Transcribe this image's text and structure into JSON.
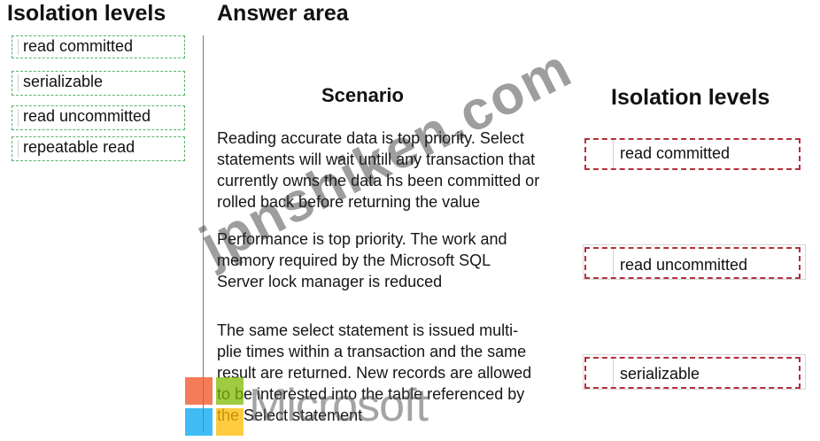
{
  "left_panel": {
    "heading": "Isolation levels",
    "items": [
      {
        "label": "read committed"
      },
      {
        "label": "serializable"
      },
      {
        "label": "read uncommitted"
      },
      {
        "label": "repeatable read"
      }
    ]
  },
  "answer_area": {
    "heading": "Answer area",
    "scenario_header": "Scenario",
    "isolation_header": "Isolation levels",
    "rows": [
      {
        "scenario_lines": [
          "Reading accurate data is top priority. Select",
          "statements will wait untill any transaction that",
          "currently owns the data hs been committed or",
          "rolled back before returning the value"
        ],
        "answer": "read committed"
      },
      {
        "scenario_lines": [
          "Performance is top priority. The work and",
          "memory required by the Microsoft SQL",
          "Server lock manager is reduced"
        ],
        "answer": "read uncommitted"
      },
      {
        "scenario_lines": [
          "The same select statement is issued multi-",
          "plie times within a transaction and the same",
          "result are returned. New records are allowed",
          "to be interested into the table referenced by",
          "the Select statement"
        ],
        "answer": "serializable"
      }
    ]
  },
  "watermark": {
    "text": "jpnshiken.com",
    "brand": "Microsoft",
    "logo_colors": [
      "#f25022",
      "#7fba00",
      "#00a4ef",
      "#ffb900"
    ]
  },
  "colors": {
    "source_border": "#57b36a",
    "target_border": "#b3303a"
  }
}
